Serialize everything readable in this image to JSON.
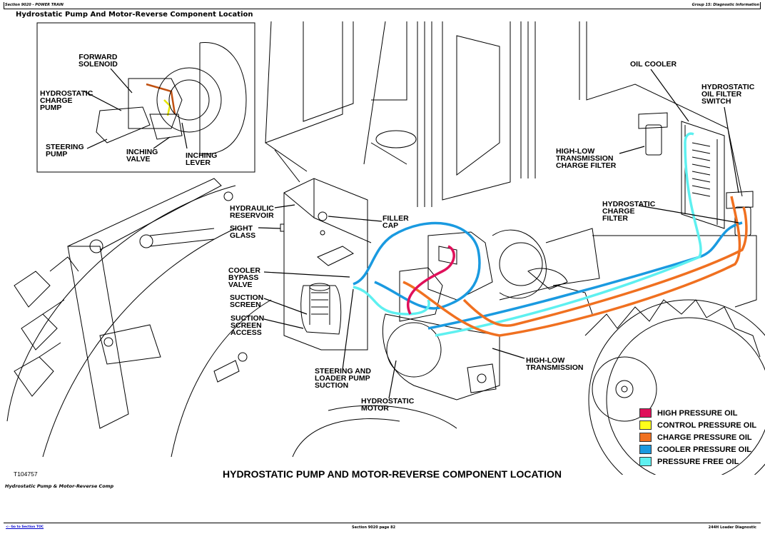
{
  "header": {
    "section": "Section 9020 - POWER TRAIN",
    "group": "Group 15: Diagnostic Information",
    "page_title": "Hydrostatic Pump And Motor-Reverse Component Location"
  },
  "figure": {
    "id": "T104757",
    "caption": "HYDROSTATIC PUMP AND MOTOR-REVERSE COMPONENT LOCATION",
    "subcaption": "Hydrostatic Pump & Motor-Reverse Comp",
    "inset_labels": {
      "forward_solenoid": "FORWARD\nSOLENOID",
      "hydrostatic_charge_pump": "HYDROSTATIC\nCHARGE\nPUMP",
      "steering_pump": "STEERING\nPUMP",
      "inching_valve": "INCHING\nVALVE",
      "inching_lever": "INCHING\nLEVER"
    },
    "labels": {
      "hydraulic_reservoir": "HYDRAULIC\nRESERVOIR",
      "sight_glass": "SIGHT\nGLASS",
      "filler_cap": "FILLER\nCAP",
      "cooler_bypass_valve": "COOLER\nBYPASS\nVALVE",
      "suction_screen": "SUCTION\nSCREEN",
      "suction_screen_access": "SUCTION\nSCREEN\nACCESS",
      "steering_loader_pump_suction": "STEERING AND\nLOADER PUMP\nSUCTION",
      "hydrostatic_motor": "HYDROSTATIC\nMOTOR",
      "high_low_transmission": "HIGH-LOW\nTRANSMISSION",
      "oil_cooler": "OIL COOLER",
      "hydrostatic_oil_filter_switch": "HYDROSTATIC\nOIL FILTER\nSWITCH",
      "high_low_trans_charge_filter": "HIGH-LOW\nTRANSMISSION\nCHARGE FILTER",
      "hydrostatic_charge_filter": "HYDROSTATIC\nCHARGE\nFILTER"
    },
    "legend": [
      {
        "label": "HIGH PRESSURE OIL",
        "color": "#e0105a"
      },
      {
        "label": "CONTROL PRESSURE OIL",
        "color": "#ffff1a"
      },
      {
        "label": "CHARGE PRESSURE OIL",
        "color": "#f07020"
      },
      {
        "label": "COOLER PRESSURE OIL",
        "color": "#1a9ae0"
      },
      {
        "label": "PRESSURE FREE OIL",
        "color": "#5ef0f0"
      }
    ]
  },
  "footer": {
    "toc_link": "<- Go to Section TOC",
    "page": "Section 9020 page 82",
    "doc": "244H Loader Diagnostic"
  }
}
